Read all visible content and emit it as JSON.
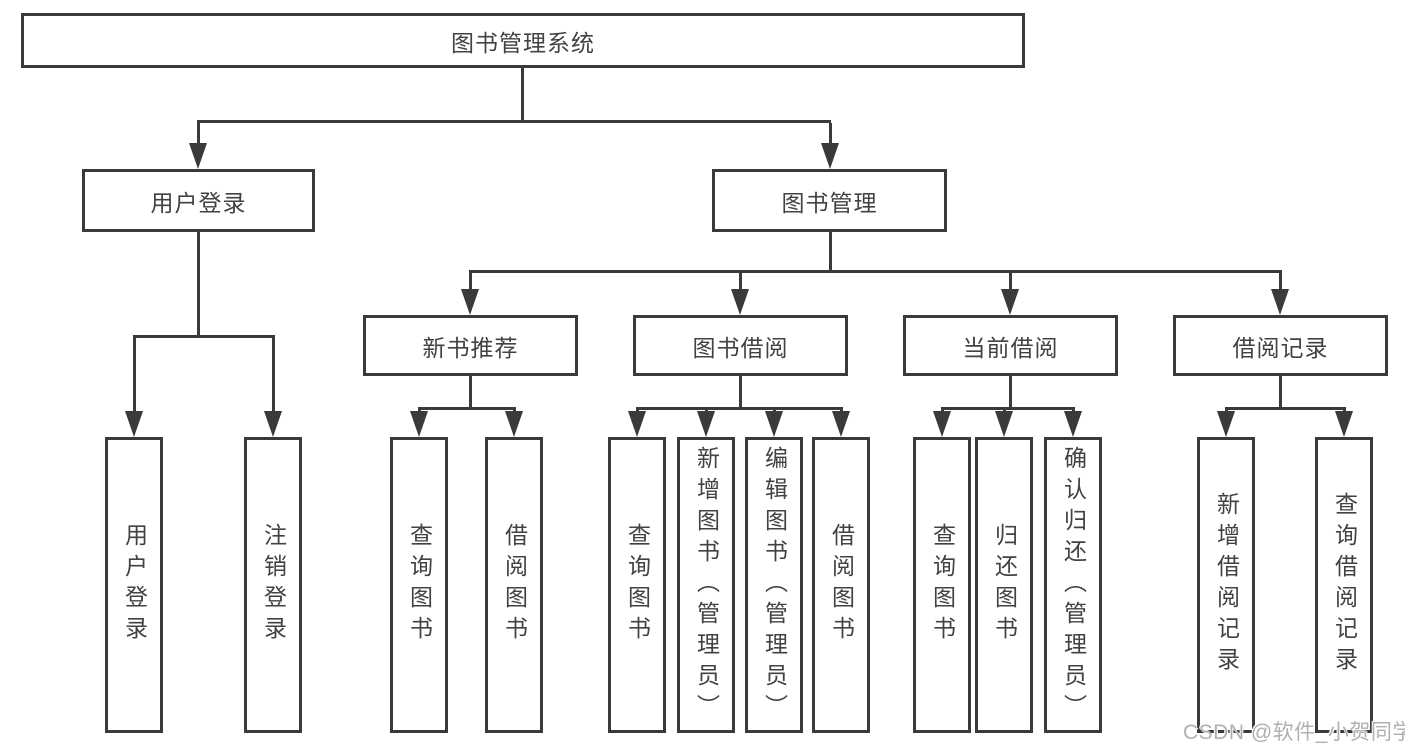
{
  "diagram": {
    "type": "org-tree",
    "root": {
      "label": "图书管理系统"
    },
    "level2": [
      {
        "id": "user-login",
        "label": "用户登录",
        "parent": "图书管理系统"
      },
      {
        "id": "book-management",
        "label": "图书管理",
        "parent": "图书管理系统"
      }
    ],
    "level3": [
      {
        "id": "new-book-recommend",
        "label": "新书推荐",
        "parent": "图书管理"
      },
      {
        "id": "book-borrow",
        "label": "图书借阅",
        "parent": "图书管理"
      },
      {
        "id": "current-borrow",
        "label": "当前借阅",
        "parent": "图书管理"
      },
      {
        "id": "borrow-records",
        "label": "借阅记录",
        "parent": "图书管理"
      }
    ],
    "leaves": [
      {
        "label": "用户登录",
        "parent": "用户登录"
      },
      {
        "label": "注销登录",
        "parent": "用户登录"
      },
      {
        "label": "查询图书",
        "parent": "新书推荐"
      },
      {
        "label": "借阅图书",
        "parent": "新书推荐"
      },
      {
        "label": "查询图书",
        "parent": "图书借阅"
      },
      {
        "label": "新增图书（管理员）",
        "parent": "图书借阅"
      },
      {
        "label": "编辑图书（管理员）",
        "parent": "图书借阅"
      },
      {
        "label": "借阅图书",
        "parent": "图书借阅"
      },
      {
        "label": "查询图书",
        "parent": "当前借阅"
      },
      {
        "label": "归还图书",
        "parent": "当前借阅"
      },
      {
        "label": "确认归还（管理员）",
        "parent": "当前借阅"
      },
      {
        "label": "新增借阅记录",
        "parent": "借阅记录"
      },
      {
        "label": "查询借阅记录",
        "parent": "借阅记录"
      }
    ],
    "watermark": "CSDN @软件_小贺同学",
    "colors": {
      "line": "#3a3a3a",
      "box_border": "#3a3a3a",
      "text": "#424242",
      "background": "#ffffff",
      "watermark": "#b0b0b0"
    }
  }
}
